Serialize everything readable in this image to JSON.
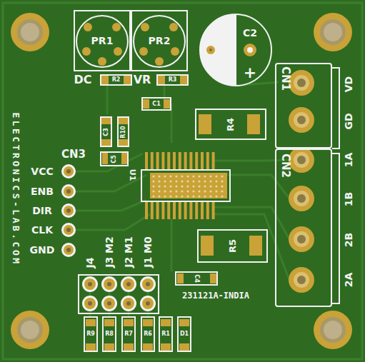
{
  "diagram": {
    "nodes": [
      {
        "text": [
          "PR1"
        ]
      },
      {
        "text": [
          "PR2"
        ]
      },
      {
        "text": [
          "C2",
          "+"
        ]
      },
      {
        "text": [
          "R2"
        ]
      },
      {
        "text": [
          "R3"
        ]
      },
      {
        "text": [
          "C1"
        ]
      },
      {
        "text": [
          "C3"
        ]
      },
      {
        "text": [
          "R10"
        ]
      },
      {
        "text": [
          "C5"
        ]
      },
      {
        "text": [
          "R4"
        ]
      },
      {
        "text": [
          "CN1"
        ]
      },
      {
        "text": [
          "CN2"
        ]
      },
      {
        "text": [
          "R5"
        ]
      },
      {
        "text": [
          "C4"
        ]
      },
      {
        "text": [
          "R9"
        ]
      },
      {
        "text": [
          "R8"
        ]
      },
      {
        "text": [
          "R7"
        ]
      },
      {
        "text": [
          "R6"
        ]
      },
      {
        "text": [
          "R1"
        ]
      },
      {
        "text": [
          "D1"
        ]
      }
    ],
    "labels": [
      "ELECTRONICS-LAB.COM",
      "CN3",
      "VCC",
      "ENB",
      "DIR",
      "CLK",
      "GND",
      "DC",
      "VR",
      "U1",
      "VD",
      "GD",
      "1A",
      "1B",
      "2B",
      "2A",
      "J4",
      "J3 M2",
      "J2 M1",
      "J1 M0",
      "231121A-INDIA"
    ]
  }
}
